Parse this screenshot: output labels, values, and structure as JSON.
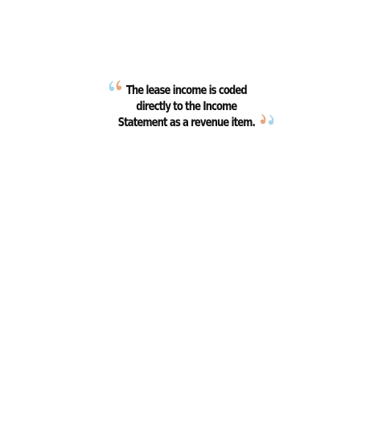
{
  "quote": {
    "line1": "The lease income is coded",
    "line2": "directly to the Income",
    "line3": "Statement as a revenue item."
  },
  "colors": {
    "quote_mark_blue": "#a9d6e8",
    "quote_mark_orange": "#e9a77f",
    "text": "#111111",
    "background": "#ffffff"
  },
  "icons": {
    "open": "opening-quote-icon",
    "close": "closing-quote-icon"
  }
}
